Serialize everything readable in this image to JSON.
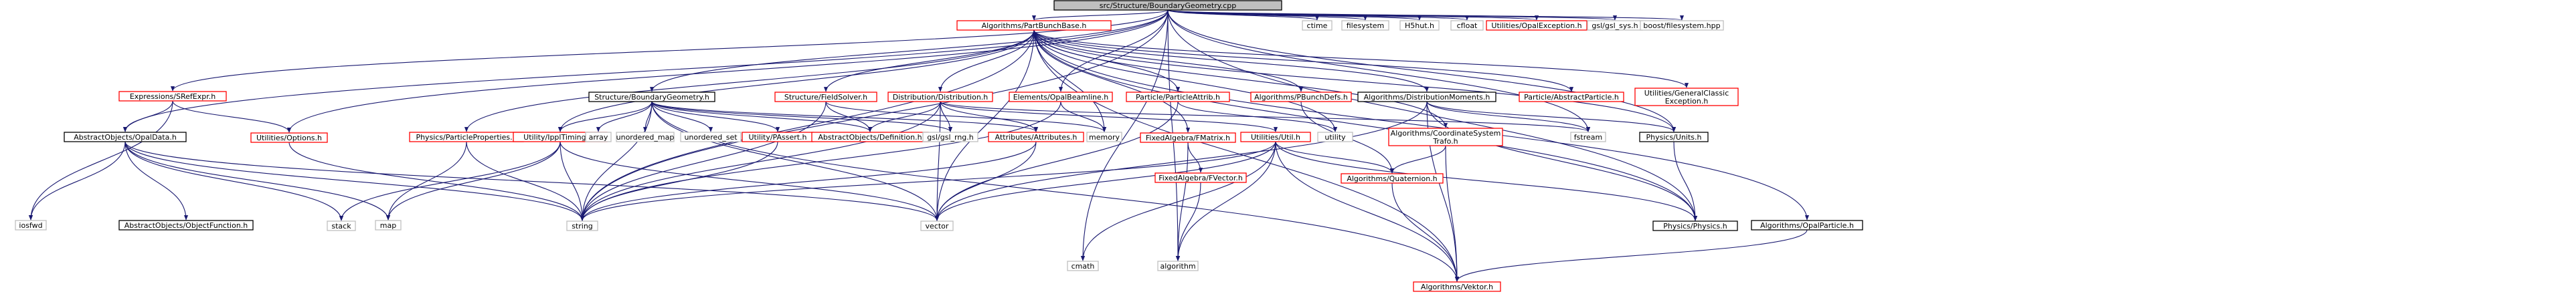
{
  "colors": {
    "edge": "#191970",
    "root_fill": "#bfbfbf",
    "root_border": "#000000",
    "box_fill": "#ffffff",
    "black_border": "#000000",
    "red_border": "#ff0000",
    "gray_border": "#bfbfbf",
    "text": "#000000"
  },
  "nodes": [
    {
      "id": "root",
      "lines": [
        "src/Structure/BoundaryGeometry.cpp"
      ],
      "kind": "root"
    },
    {
      "id": "partbunch",
      "lines": [
        "Algorithms/PartBunchBase.h"
      ],
      "kind": "red"
    },
    {
      "id": "ctime",
      "lines": [
        "ctime"
      ],
      "kind": "gray"
    },
    {
      "id": "filesystem",
      "lines": [
        "filesystem"
      ],
      "kind": "gray"
    },
    {
      "id": "h5hut",
      "lines": [
        "H5hut.h"
      ],
      "kind": "gray"
    },
    {
      "id": "cfloat",
      "lines": [
        "cfloat"
      ],
      "kind": "gray"
    },
    {
      "id": "opalexc",
      "lines": [
        "Utilities/OpalException.h"
      ],
      "kind": "red"
    },
    {
      "id": "gslsys",
      "lines": [
        "gsl/gsl_sys.h"
      ],
      "kind": "gray"
    },
    {
      "id": "boostfs",
      "lines": [
        "boost/filesystem.hpp"
      ],
      "kind": "gray"
    },
    {
      "id": "srefexpr",
      "lines": [
        "Expressions/SRefExpr.h"
      ],
      "kind": "red"
    },
    {
      "id": "absopaldata",
      "lines": [
        "AbstractObjects/OpalData.h"
      ],
      "kind": "black"
    },
    {
      "id": "options",
      "lines": [
        "Utilities/Options.h"
      ],
      "kind": "red"
    },
    {
      "id": "iosfwd",
      "lines": [
        "iosfwd"
      ],
      "kind": "gray"
    },
    {
      "id": "objfunc",
      "lines": [
        "AbstractObjects/ObjectFunction.h"
      ],
      "kind": "black"
    },
    {
      "id": "stack",
      "lines": [
        "stack"
      ],
      "kind": "gray"
    },
    {
      "id": "map",
      "lines": [
        "map"
      ],
      "kind": "gray"
    },
    {
      "id": "string",
      "lines": [
        "string"
      ],
      "kind": "gray"
    },
    {
      "id": "vector",
      "lines": [
        "vector"
      ],
      "kind": "gray"
    },
    {
      "id": "partprops",
      "lines": [
        "Physics/ParticleProperties.h"
      ],
      "kind": "red"
    },
    {
      "id": "bgeom",
      "lines": [
        "Structure/BoundaryGeometry.h"
      ],
      "kind": "black"
    },
    {
      "id": "ipptimings",
      "lines": [
        "Utility/IpplTimings.h"
      ],
      "kind": "red"
    },
    {
      "id": "array",
      "lines": [
        "array"
      ],
      "kind": "gray"
    },
    {
      "id": "umap",
      "lines": [
        "unordered_map"
      ],
      "kind": "gray"
    },
    {
      "id": "uset",
      "lines": [
        "unordered_set"
      ],
      "kind": "gray"
    },
    {
      "id": "passet",
      "lines": [
        "Utility/PAssert.h"
      ],
      "kind": "red"
    },
    {
      "id": "absdef",
      "lines": [
        "AbstractObjects/Definition.h"
      ],
      "kind": "red"
    },
    {
      "id": "gslrng",
      "lines": [
        "gsl/gsl_rng.h"
      ],
      "kind": "gray"
    },
    {
      "id": "attrib",
      "lines": [
        "Attributes/Attributes.h"
      ],
      "kind": "red"
    },
    {
      "id": "fieldsolver",
      "lines": [
        "Structure/FieldSolver.h"
      ],
      "kind": "red"
    },
    {
      "id": "distrib",
      "lines": [
        "Distribution/Distribution.h"
      ],
      "kind": "red"
    },
    {
      "id": "memory",
      "lines": [
        "memory"
      ],
      "kind": "gray"
    },
    {
      "id": "beamline",
      "lines": [
        "Elements/OpalBeamline.h"
      ],
      "kind": "red"
    },
    {
      "id": "partattrib",
      "lines": [
        "Particle/ParticleAttrib.h"
      ],
      "kind": "red"
    },
    {
      "id": "pbunchdefs",
      "lines": [
        "Algorithms/PBunchDefs.h"
      ],
      "kind": "red"
    },
    {
      "id": "distmoments",
      "lines": [
        "Algorithms/DistributionMoments.h"
      ],
      "kind": "black"
    },
    {
      "id": "absparticle",
      "lines": [
        "Particle/AbstractParticle.h"
      ],
      "kind": "red"
    },
    {
      "id": "genexc",
      "lines": [
        "Utilities/GeneralClassic",
        "Exception.h"
      ],
      "kind": "red"
    },
    {
      "id": "fmatrix",
      "lines": [
        "FixedAlgebra/FMatrix.h"
      ],
      "kind": "red"
    },
    {
      "id": "utilh",
      "lines": [
        "Utilities/Util.h"
      ],
      "kind": "red"
    },
    {
      "id": "utility",
      "lines": [
        "utility"
      ],
      "kind": "gray"
    },
    {
      "id": "coordtrafo",
      "lines": [
        "Algorithms/CoordinateSystem",
        "Trafo.h"
      ],
      "kind": "red"
    },
    {
      "id": "fstream",
      "lines": [
        "fstream"
      ],
      "kind": "gray"
    },
    {
      "id": "units",
      "lines": [
        "Physics/Units.h"
      ],
      "kind": "black"
    },
    {
      "id": "opalparticle",
      "lines": [
        "Algorithms/OpalParticle.h"
      ],
      "kind": "black"
    },
    {
      "id": "fvector",
      "lines": [
        "FixedAlgebra/FVector.h"
      ],
      "kind": "red"
    },
    {
      "id": "quaternion",
      "lines": [
        "Algorithms/Quaternion.h"
      ],
      "kind": "red"
    },
    {
      "id": "physics",
      "lines": [
        "Physics/Physics.h"
      ],
      "kind": "black"
    },
    {
      "id": "cmath",
      "lines": [
        "cmath"
      ],
      "kind": "gray"
    },
    {
      "id": "algorithm",
      "lines": [
        "algorithm"
      ],
      "kind": "gray"
    },
    {
      "id": "vektor",
      "lines": [
        "Algorithms/Vektor.h"
      ],
      "kind": "red"
    }
  ],
  "edges": [
    [
      "root",
      "partbunch"
    ],
    [
      "root",
      "ctime"
    ],
    [
      "root",
      "filesystem"
    ],
    [
      "root",
      "h5hut"
    ],
    [
      "root",
      "cfloat"
    ],
    [
      "root",
      "opalexc"
    ],
    [
      "root",
      "gslsys"
    ],
    [
      "root",
      "boostfs"
    ],
    [
      "root",
      "srefexpr"
    ],
    [
      "root",
      "absopaldata"
    ],
    [
      "root",
      "options"
    ],
    [
      "root",
      "bgeom"
    ],
    [
      "root",
      "beamline"
    ],
    [
      "root",
      "cmath"
    ],
    [
      "root",
      "algorithm"
    ],
    [
      "root",
      "string"
    ],
    [
      "root",
      "fstream"
    ],
    [
      "root",
      "units"
    ],
    [
      "root",
      "physics"
    ],
    [
      "partbunch",
      "partprops"
    ],
    [
      "partbunch",
      "ipptimings"
    ],
    [
      "partbunch",
      "fieldsolver"
    ],
    [
      "partbunch",
      "distrib"
    ],
    [
      "partbunch",
      "memory"
    ],
    [
      "partbunch",
      "partattrib"
    ],
    [
      "partbunch",
      "pbunchdefs"
    ],
    [
      "partbunch",
      "distmoments"
    ],
    [
      "partbunch",
      "absparticle"
    ],
    [
      "partbunch",
      "genexc"
    ],
    [
      "partbunch",
      "fmatrix"
    ],
    [
      "partbunch",
      "coordtrafo"
    ],
    [
      "partbunch",
      "vector"
    ],
    [
      "partbunch",
      "string"
    ],
    [
      "partbunch",
      "units"
    ],
    [
      "partbunch",
      "opalparticle"
    ],
    [
      "partbunch",
      "physics"
    ],
    [
      "partbunch",
      "vektor"
    ],
    [
      "partbunch",
      "utility"
    ],
    [
      "srefexpr",
      "absopaldata"
    ],
    [
      "srefexpr",
      "options"
    ],
    [
      "srefexpr",
      "iosfwd"
    ],
    [
      "absopaldata",
      "iosfwd"
    ],
    [
      "absopaldata",
      "objfunc"
    ],
    [
      "absopaldata",
      "stack"
    ],
    [
      "absopaldata",
      "map"
    ],
    [
      "absopaldata",
      "string"
    ],
    [
      "absopaldata",
      "vector"
    ],
    [
      "options",
      "string"
    ],
    [
      "partprops",
      "map"
    ],
    [
      "partprops",
      "string"
    ],
    [
      "bgeom",
      "ipptimings"
    ],
    [
      "bgeom",
      "array"
    ],
    [
      "bgeom",
      "umap"
    ],
    [
      "bgeom",
      "uset"
    ],
    [
      "bgeom",
      "passet"
    ],
    [
      "bgeom",
      "absdef"
    ],
    [
      "bgeom",
      "gslrng"
    ],
    [
      "bgeom",
      "attrib"
    ],
    [
      "bgeom",
      "string"
    ],
    [
      "bgeom",
      "vector"
    ],
    [
      "bgeom",
      "vektor"
    ],
    [
      "ipptimings",
      "stack"
    ],
    [
      "ipptimings",
      "map"
    ],
    [
      "ipptimings",
      "string"
    ],
    [
      "ipptimings",
      "vector"
    ],
    [
      "passet",
      "string"
    ],
    [
      "attrib",
      "string"
    ],
    [
      "attrib",
      "vector"
    ],
    [
      "fieldsolver",
      "absdef"
    ],
    [
      "fieldsolver",
      "memory"
    ],
    [
      "fieldsolver",
      "string"
    ],
    [
      "distrib",
      "absdef"
    ],
    [
      "distrib",
      "gslrng"
    ],
    [
      "distrib",
      "attrib"
    ],
    [
      "distrib",
      "string"
    ],
    [
      "distrib",
      "vector"
    ],
    [
      "distrib",
      "fstream"
    ],
    [
      "distrib",
      "utilh"
    ],
    [
      "beamline",
      "string"
    ],
    [
      "beamline",
      "memory"
    ],
    [
      "partattrib",
      "utility"
    ],
    [
      "partattrib",
      "vector"
    ],
    [
      "pbunchdefs",
      "quaternion"
    ],
    [
      "distmoments",
      "vector"
    ],
    [
      "distmoments",
      "units"
    ],
    [
      "distmoments",
      "physics"
    ],
    [
      "distmoments",
      "vektor"
    ],
    [
      "distmoments",
      "fstream"
    ],
    [
      "fmatrix",
      "fvector"
    ],
    [
      "fmatrix",
      "algorithm"
    ],
    [
      "utilh",
      "string"
    ],
    [
      "utilh",
      "vector"
    ],
    [
      "utilh",
      "quaternion"
    ],
    [
      "utilh",
      "cmath"
    ],
    [
      "utilh",
      "algorithm"
    ],
    [
      "utilh",
      "vektor"
    ],
    [
      "utilh",
      "physics"
    ],
    [
      "coordtrafo",
      "quaternion"
    ],
    [
      "coordtrafo",
      "vektor"
    ],
    [
      "units",
      "physics"
    ],
    [
      "opalparticle",
      "vektor"
    ],
    [
      "fvector",
      "algorithm"
    ],
    [
      "quaternion",
      "vektor"
    ]
  ]
}
